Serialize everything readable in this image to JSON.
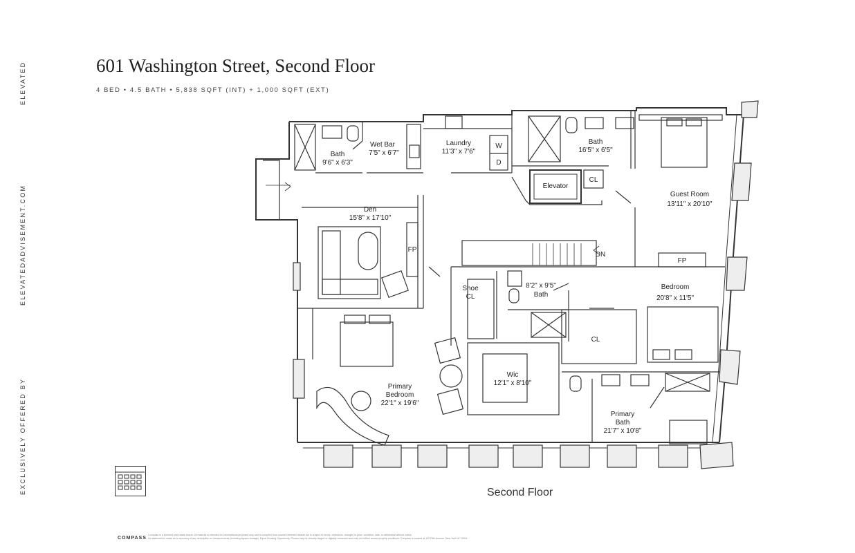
{
  "sidebar": {
    "brand": "ELEVATED",
    "website": "ELEVATEDADVISEMENT.COM",
    "offered_by": "EXCLUSIVELY OFFERED BY"
  },
  "header": {
    "title": "601 Washington Street, Second Floor",
    "subtitle": "4 BED  •  4.5 BATH  •  5,838 SQFT (INT) + 1,000 SQFT (EXT)"
  },
  "rooms": {
    "bath_left": {
      "name": "Bath",
      "dims": "9'6\" x 6'3\""
    },
    "wet_bar": {
      "name": "Wet Bar",
      "dims": "7'5\" x 6'7\""
    },
    "laundry": {
      "name": "Laundry",
      "dims": "11'3\" x 7'6\"",
      "washer": "W",
      "dryer": "D"
    },
    "bath_right": {
      "name": "Bath",
      "dims": "16'5\" x 6'5\""
    },
    "elevator": {
      "name": "Elevator"
    },
    "closet_top": {
      "name": "CL"
    },
    "guest_room": {
      "name": "Guest Room",
      "dims": "13'11\" x 20'10\""
    },
    "den": {
      "name": "Den",
      "dims": "15'8\" x 17'10\"",
      "fireplace": "FP"
    },
    "stairs": {
      "label": "DN"
    },
    "fireplace_guest": {
      "label": "FP"
    },
    "shoe_closet": {
      "line1": "Shoe",
      "line2": "CL"
    },
    "bath_mid": {
      "dims": "8'2\" x 9'5\"",
      "name": "Bath"
    },
    "bedroom": {
      "name": "Bedroom",
      "dims": "20'8\" x 11'5\""
    },
    "closet_mid": {
      "name": "CL"
    },
    "wic": {
      "name": "Wic",
      "dims": "12'1\" x 8'10\""
    },
    "primary_bedroom": {
      "line1": "Primary",
      "line2": "Bedroom",
      "dims": "22'1\" x 19'6\""
    },
    "primary_bath": {
      "line1": "Primary",
      "line2": "Bath",
      "dims": "21'7\" x 10'8\""
    }
  },
  "floor_label": "Second Floor",
  "footer": {
    "broker": "COMPASS",
    "disclaimer_line1": "Compass is a licensed real estate broker. All material is intended for informational purposes only and is compiled from sources deemed reliable but is subject to errors, omissions, changes in price, condition, sale, or withdrawal without notice.",
    "disclaimer_line2": "No statement is made as to accuracy of any description or measurements (including square footage). Equal Housing Opportunity. Photos may be virtually staged or digitally enhanced and may not reflect actual property conditions. Compass is located at 110 Fifth Avenue, New York NY 10011"
  }
}
